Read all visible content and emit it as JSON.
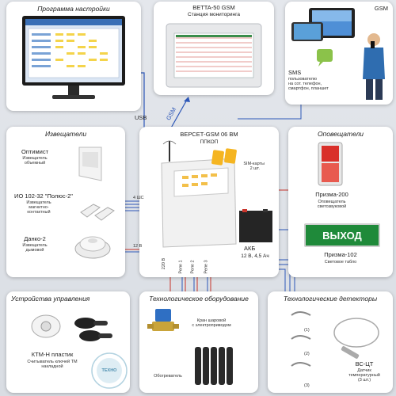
{
  "program": {
    "title": "Программа настройки"
  },
  "betta": {
    "title": "BETTA-50 GSM",
    "subtitle": "Станция мониторинга"
  },
  "gsm": {
    "title": "GSM",
    "sms_title": "SMS",
    "sms_desc": [
      "пользователю",
      "на сот. телефон,",
      "смартфон, планшет"
    ]
  },
  "links": {
    "usb": "USB",
    "gsm": "GSM"
  },
  "detectors": {
    "title": "Извещатели",
    "items": [
      {
        "name": "Оптимист",
        "desc": [
          "Извещатель",
          "объемный"
        ]
      },
      {
        "name": "ИО 102-32 \"Полюс-2\"",
        "desc": [
          "Извещатель",
          "магнитно-",
          "контактный"
        ]
      },
      {
        "name": "Данко-2",
        "desc": [
          "Извещатель",
          "дымовой"
        ]
      }
    ]
  },
  "controller": {
    "title": "ВЕРСЕТ-GSM 06 ВМ",
    "subtitle": "ППКОП",
    "sim": [
      "SIM-карты",
      "2 шт."
    ],
    "battery_label": "АКБ",
    "battery_spec": "12 В, 4,5 Ач",
    "shs": "4 ШС",
    "v12": "12 В",
    "v220": "220 В",
    "relays": [
      "Реле 1",
      "Реле 2",
      "Реле 3"
    ]
  },
  "alerts": {
    "title": "Оповещатели",
    "siren_name": "Призма-200",
    "siren_desc": [
      "Оповещатель",
      "светозвуковой"
    ],
    "exit_sign": "ВЫХОД",
    "board_name": "Призма-102",
    "board_desc": "Световое табло"
  },
  "control": {
    "title": "Устройства управления",
    "reader_name": "КТМ-Н пластик",
    "reader_desc": [
      "Считыватель ключей ТМ",
      "накладной"
    ],
    "watermark": "ТЕХНО"
  },
  "tech": {
    "title": "Технологическое оборудование",
    "valve": [
      "Кран шаровой",
      "с электроприводом"
    ],
    "heater": "Обогреватель"
  },
  "techdet": {
    "title": "Технологические детекторы",
    "marks": [
      "(1)",
      "(2)",
      "(3)"
    ],
    "sensor_name": "ВС-ЦТ",
    "sensor_desc": [
      "Датчик",
      "температурный",
      "(3 шт.)"
    ]
  },
  "colors": {
    "wire_blue": "#2d57b8",
    "wire_red": "#c8342b",
    "exit_green": "#1f8a3a"
  }
}
